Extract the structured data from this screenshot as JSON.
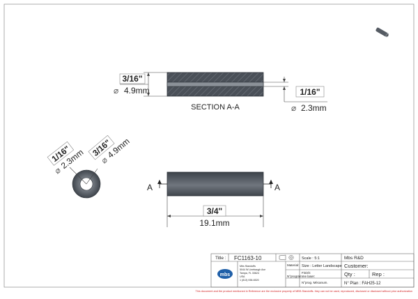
{
  "section": {
    "dim_outer_frac": "3/16\"",
    "dim_outer_mm": "4.9mm",
    "dim_inner_frac": "1/16\"",
    "dim_inner_mm": "2.3mm",
    "label": "SECTION A-A"
  },
  "end_view": {
    "dim_inner_frac": "1/16\"",
    "dim_inner_mm": "2.3mm",
    "dim_outer_frac": "3/16\"",
    "dim_outer_mm": "4.9mm"
  },
  "side_view": {
    "cut_label_left": "A",
    "cut_label_right": "A",
    "length_frac": "3/4\"",
    "length_mm": "19.1mm"
  },
  "title_block": {
    "title_label": "Title :",
    "title_value": "FC1163-10",
    "scale": "Scale : 5:1",
    "size": "Size : Letter Landscape",
    "company": "Mbs R&D",
    "customer_label": "Customer:",
    "material_label": "Material:",
    "finish_label": "Finish:",
    "qty_label": "Qty :",
    "rep_label": "Rep :",
    "program_laser": "N°programme laser:",
    "program_mecanum": "N°prog. Mécanum.",
    "plan_no": "N° Plan : FAH25-12",
    "logo_text": "mbs",
    "address_lines": [
      "Mbs Standoffs",
      "5044 W Linebaugh Ave",
      "Tampa, FL 33624",
      "USA",
      "1 (813) 938-6520"
    ]
  },
  "footer_notice": "This document and the product mentioned in Reference are the exclusive property of MBS-Standoffs. they can not be used, reproduced, disclosed or disclosed without prior authorization"
}
